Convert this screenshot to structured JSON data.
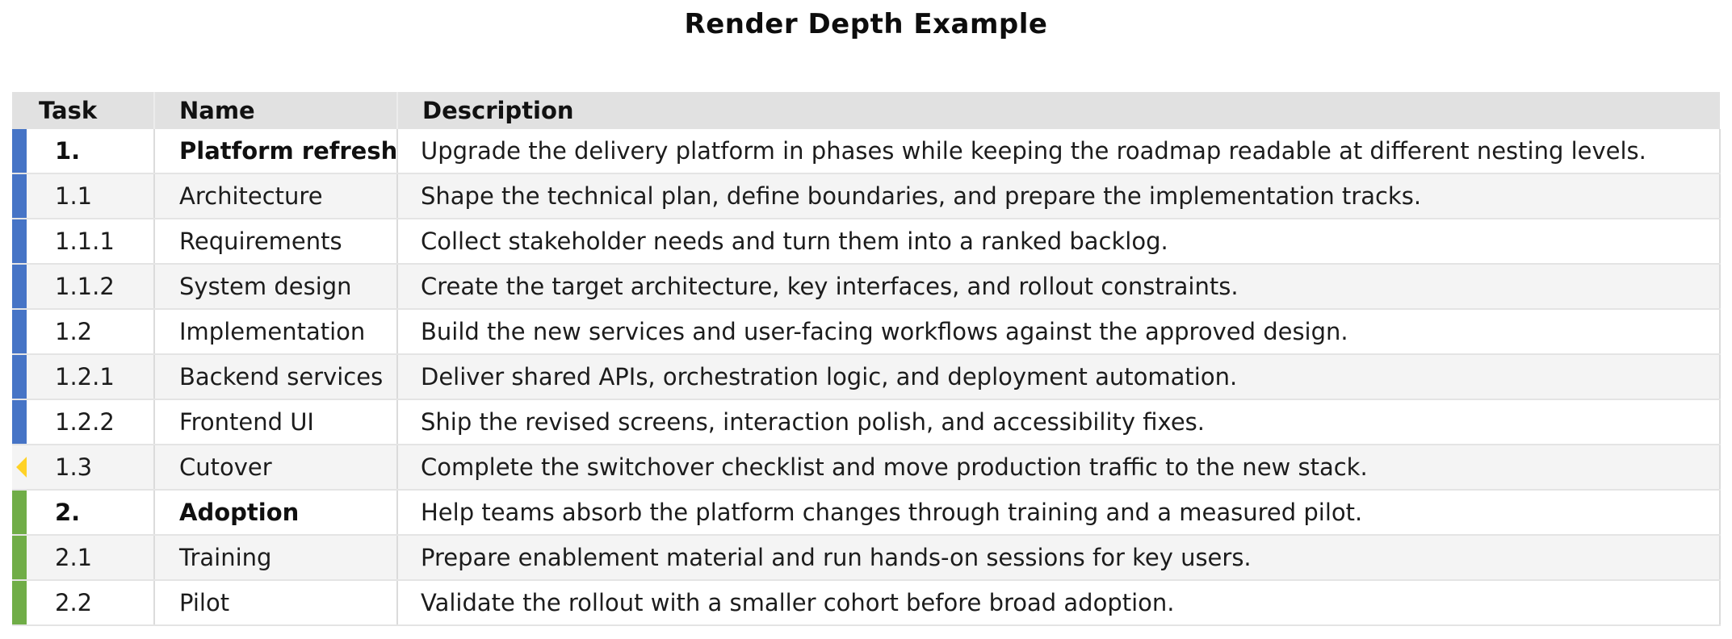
{
  "page": {
    "title": "Render Depth Example"
  },
  "colors": {
    "phase1_accent": "#4674C6",
    "phase2_accent": "#70AD47",
    "milestone_accent": "#FFD226",
    "header_bg": "#e1e1e1",
    "stripe_bg": "#f4f4f4"
  },
  "table": {
    "columns": [
      {
        "label": "Task"
      },
      {
        "label": "Name"
      },
      {
        "label": "Description"
      }
    ],
    "rows": [
      {
        "task": "1.",
        "name": "Platform refresh",
        "description": "Upgrade the delivery platform in phases while keeping the roadmap readable at different nesting levels.",
        "bold": true,
        "marker": "bar",
        "accent": "phase1_accent"
      },
      {
        "task": "1.1",
        "name": "Architecture",
        "description": "Shape the technical plan, define boundaries, and prepare the implementation tracks.",
        "bold": false,
        "marker": "bar",
        "accent": "phase1_accent"
      },
      {
        "task": "1.1.1",
        "name": "Requirements",
        "description": "Collect stakeholder needs and turn them into a ranked backlog.",
        "bold": false,
        "marker": "bar",
        "accent": "phase1_accent"
      },
      {
        "task": "1.1.2",
        "name": "System design",
        "description": "Create the target architecture, key interfaces, and rollout constraints.",
        "bold": false,
        "marker": "bar",
        "accent": "phase1_accent"
      },
      {
        "task": "1.2",
        "name": "Implementation",
        "description": "Build the new services and user-facing workflows against the approved design.",
        "bold": false,
        "marker": "bar",
        "accent": "phase1_accent"
      },
      {
        "task": "1.2.1",
        "name": "Backend services",
        "description": "Deliver shared APIs, orchestration logic, and deployment automation.",
        "bold": false,
        "marker": "bar",
        "accent": "phase1_accent"
      },
      {
        "task": "1.2.2",
        "name": "Frontend UI",
        "description": "Ship the revised screens, interaction polish, and accessibility fixes.",
        "bold": false,
        "marker": "bar",
        "accent": "phase1_accent"
      },
      {
        "task": "1.3",
        "name": "Cutover",
        "description": "Complete the switchover checklist and move production traffic to the new stack.",
        "bold": false,
        "marker": "milestone",
        "accent": "milestone_accent"
      },
      {
        "task": "2.",
        "name": "Adoption",
        "description": "Help teams absorb the platform changes through training and a measured pilot.",
        "bold": true,
        "marker": "bar",
        "accent": "phase2_accent"
      },
      {
        "task": "2.1",
        "name": "Training",
        "description": "Prepare enablement material and run hands-on sessions for key users.",
        "bold": false,
        "marker": "bar",
        "accent": "phase2_accent"
      },
      {
        "task": "2.2",
        "name": "Pilot",
        "description": "Validate the rollout with a smaller cohort before broad adoption.",
        "bold": false,
        "marker": "bar",
        "accent": "phase2_accent"
      }
    ]
  }
}
